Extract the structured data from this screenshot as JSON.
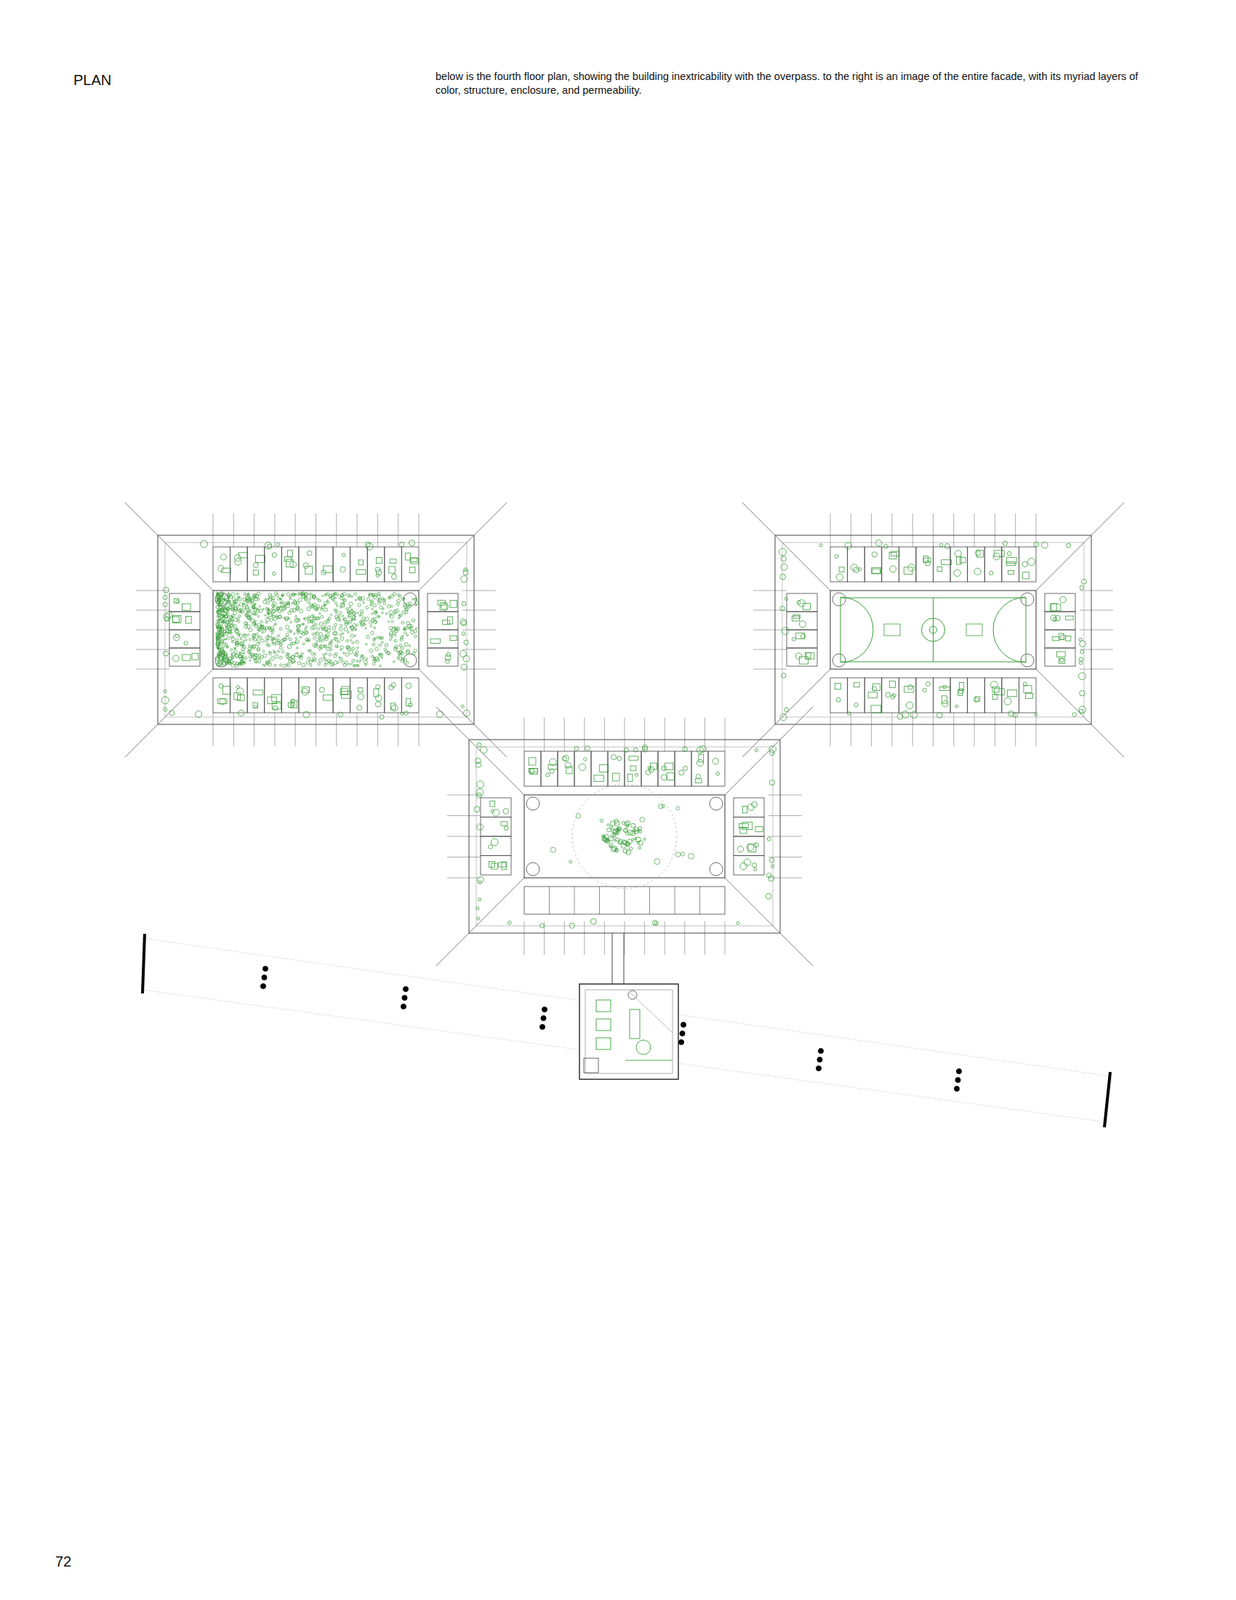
{
  "diagram": {
    "title": "PLAN",
    "caption": "below is the fourth floor plan, showing the building inextricability with the overpass. to the right is an image of the entire facade, with its myriad layers of color, structure, enclosure, and permeability.",
    "labels": [
      "72"
    ]
  }
}
